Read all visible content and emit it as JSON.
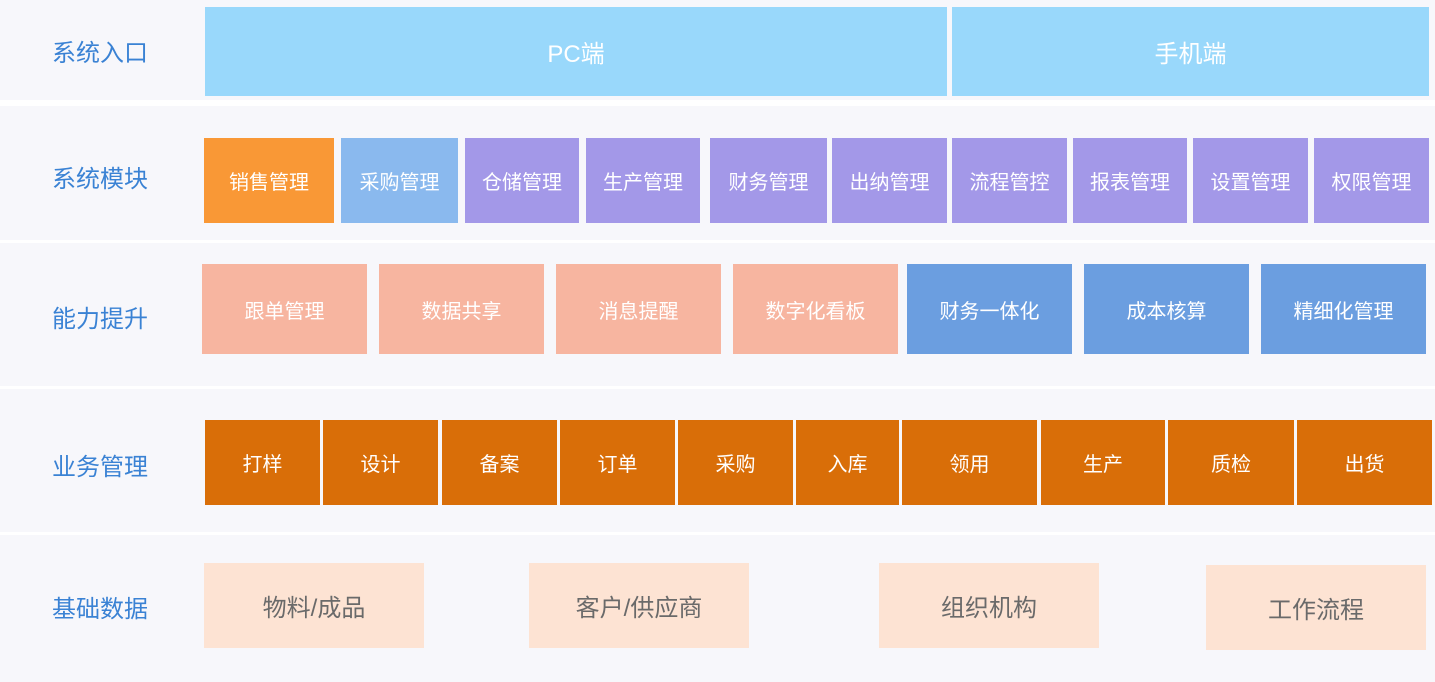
{
  "colors": {
    "label_text": "#3a82d4",
    "row_background": "#f7f7fb",
    "entry": "#99d8fb",
    "sales": "#f99836",
    "purchase": "#8ab9ee",
    "module_purple": "#a398e8",
    "capability_salmon": "#f7b5a0",
    "capability_blue": "#6b9ee0",
    "business_orange": "#d96e08",
    "base_peach": "#fde3d3",
    "base_text": "#6a6a6a"
  },
  "rows": {
    "entry": {
      "label": "系统入口"
    },
    "modules": {
      "label": "系统模块"
    },
    "capability": {
      "label": "能力提升"
    },
    "business": {
      "label": "业务管理"
    },
    "base": {
      "label": "基础数据"
    }
  },
  "entry_items": [
    "PC端",
    "手机端"
  ],
  "module_items": [
    "销售管理",
    "采购管理",
    "仓储管理",
    "生产管理",
    "财务管理",
    "出纳管理",
    "流程管控",
    "报表管理",
    "设置管理",
    "权限管理"
  ],
  "capability_items": [
    "跟单管理",
    "数据共享",
    "消息提醒",
    "数字化看板",
    "财务一体化",
    "成本核算",
    "精细化管理"
  ],
  "business_items": [
    "打样",
    "设计",
    "备案",
    "订单",
    "采购",
    "入库",
    "领用",
    "生产",
    "质检",
    "出货"
  ],
  "base_items": [
    "物料/成品",
    "客户/供应商",
    "组织机构",
    "工作流程"
  ]
}
